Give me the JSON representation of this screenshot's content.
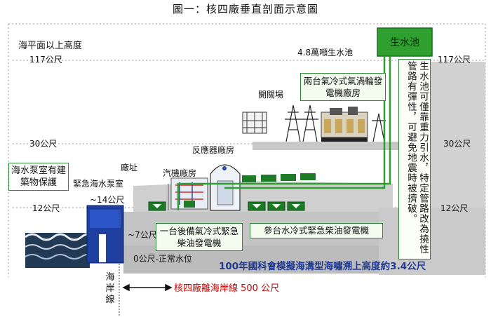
{
  "title": "圖一：核四廠垂直剖面示意圖",
  "elevation_header": "海平面以上高度",
  "elevations": {
    "e117_left": "117公尺",
    "e117_right": "117公尺",
    "e30_left": "30公尺",
    "e30_right": "30公尺",
    "e12_left": "12公尺",
    "e12_right": "12公尺",
    "e14": "~14公尺",
    "e7": "~7公尺",
    "e0": "0公尺-正常水位"
  },
  "water_pool_box": "生水池",
  "water_pool_capacity": "4.8萬噸生水池",
  "gas_turbine_box": "兩台氣冷式氣渦輪發電機廠房",
  "switchyard": "開關場",
  "reactor_building": "反應器廠房",
  "site": "廠址",
  "turbine_building": "汽機廠房",
  "pump_room_box": "海水泵室有建築物保護",
  "emergency_pump_room": "緊急海水泵室",
  "air_cooled_diesel_box": "一台後備氣冷式緊急柴油發電機",
  "water_cooled_diesel_box": "參台水冷式緊急柴油發電機",
  "pool_note_col1": "生水池可僅靠重力引水，特定管路改為",
  "pool_note_col2": "撓性管路有彈性，可避免地震時被擠破。",
  "tsunami_note": "100年國科會模擬海溝型海嘯溯上高度約3.4公尺",
  "shoreline": "海岸線",
  "distance_note": "核四廠離海岸線 500 公尺",
  "colors": {
    "pipe": "#2fa02f",
    "box_border": "#2e8b3a",
    "tsunami_text": "#1f3a93",
    "distance_text": "#d00000",
    "ground": "#c8c8c8"
  }
}
